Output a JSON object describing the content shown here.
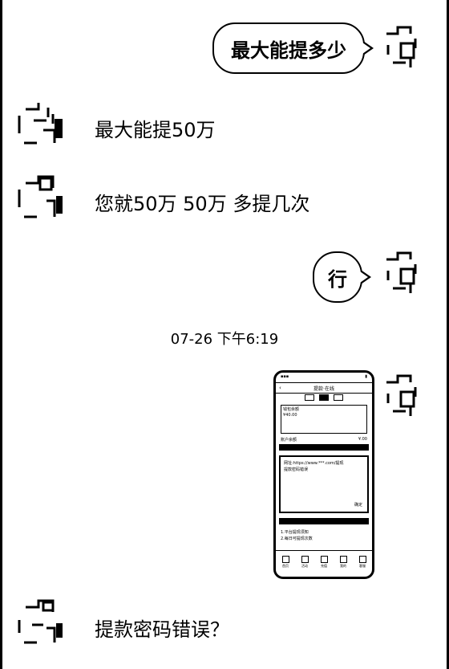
{
  "messages": {
    "m1": "最大能提多少",
    "m2": "最大能提50万",
    "m3": "您就50万 50万 多提几次",
    "m4": "行",
    "m6": "提款密码错误？"
  },
  "timestamp": "07-26 下午6:19",
  "phone": {
    "title": "提款·在线",
    "card_line1": "钱包余额",
    "card_line2": "¥40.00",
    "row_left": "账户余额",
    "row_right": "¥.00",
    "dialog_line1": "网址:https://www.***.com/提现",
    "dialog_line2": "提款密码错误",
    "dialog_ok": "确定",
    "note_line1": "1.平台提现须知",
    "note_line2": "2.每日可提现次数",
    "nav": [
      "首页",
      "活动",
      "充值",
      "我的",
      "客服"
    ]
  },
  "colors": {
    "foreground": "#000000",
    "background": "#ffffff"
  }
}
